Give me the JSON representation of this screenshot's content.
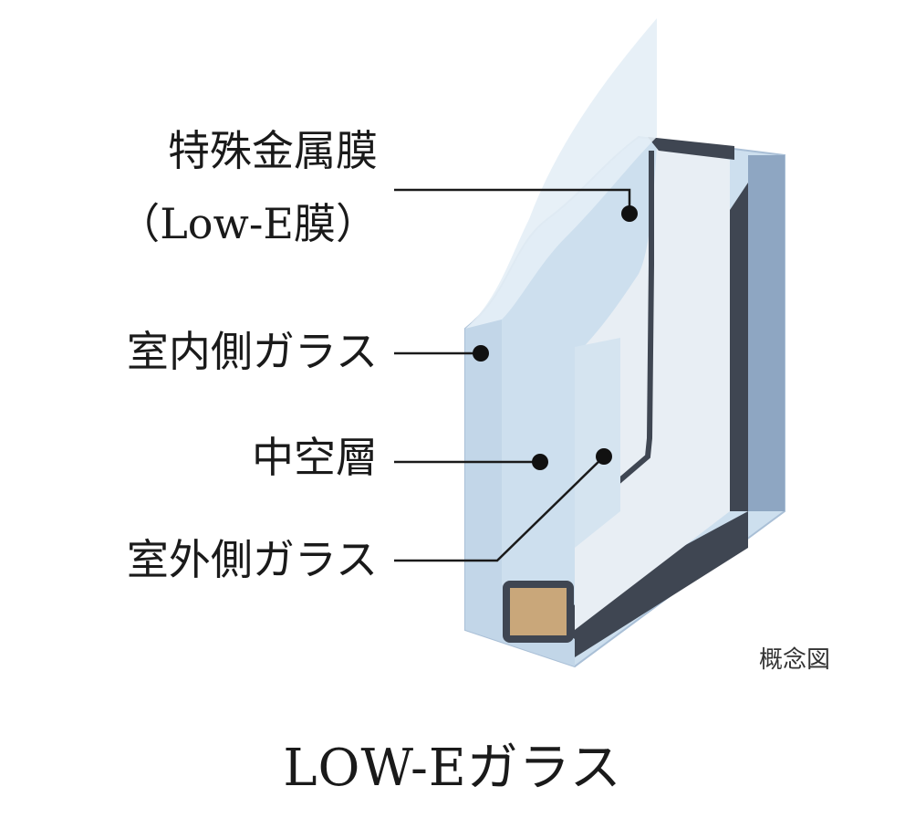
{
  "labels": {
    "lowe_film_line1": "特殊金属膜",
    "lowe_film_line2": "（Low-E膜）",
    "indoor_glass": "室内側ガラス",
    "hollow_layer": "中空層",
    "outdoor_glass": "室外側ガラス"
  },
  "note": "概念図",
  "title": "LOW-Eガラス",
  "colors": {
    "glass_light": "#dbe8f2",
    "glass_mid": "#b7cce0",
    "glass_edge": "#8aa2bd",
    "frame_dark": "#3f4652",
    "spacer_fill": "#c9a77a",
    "leader_line": "#1a1a1a"
  }
}
